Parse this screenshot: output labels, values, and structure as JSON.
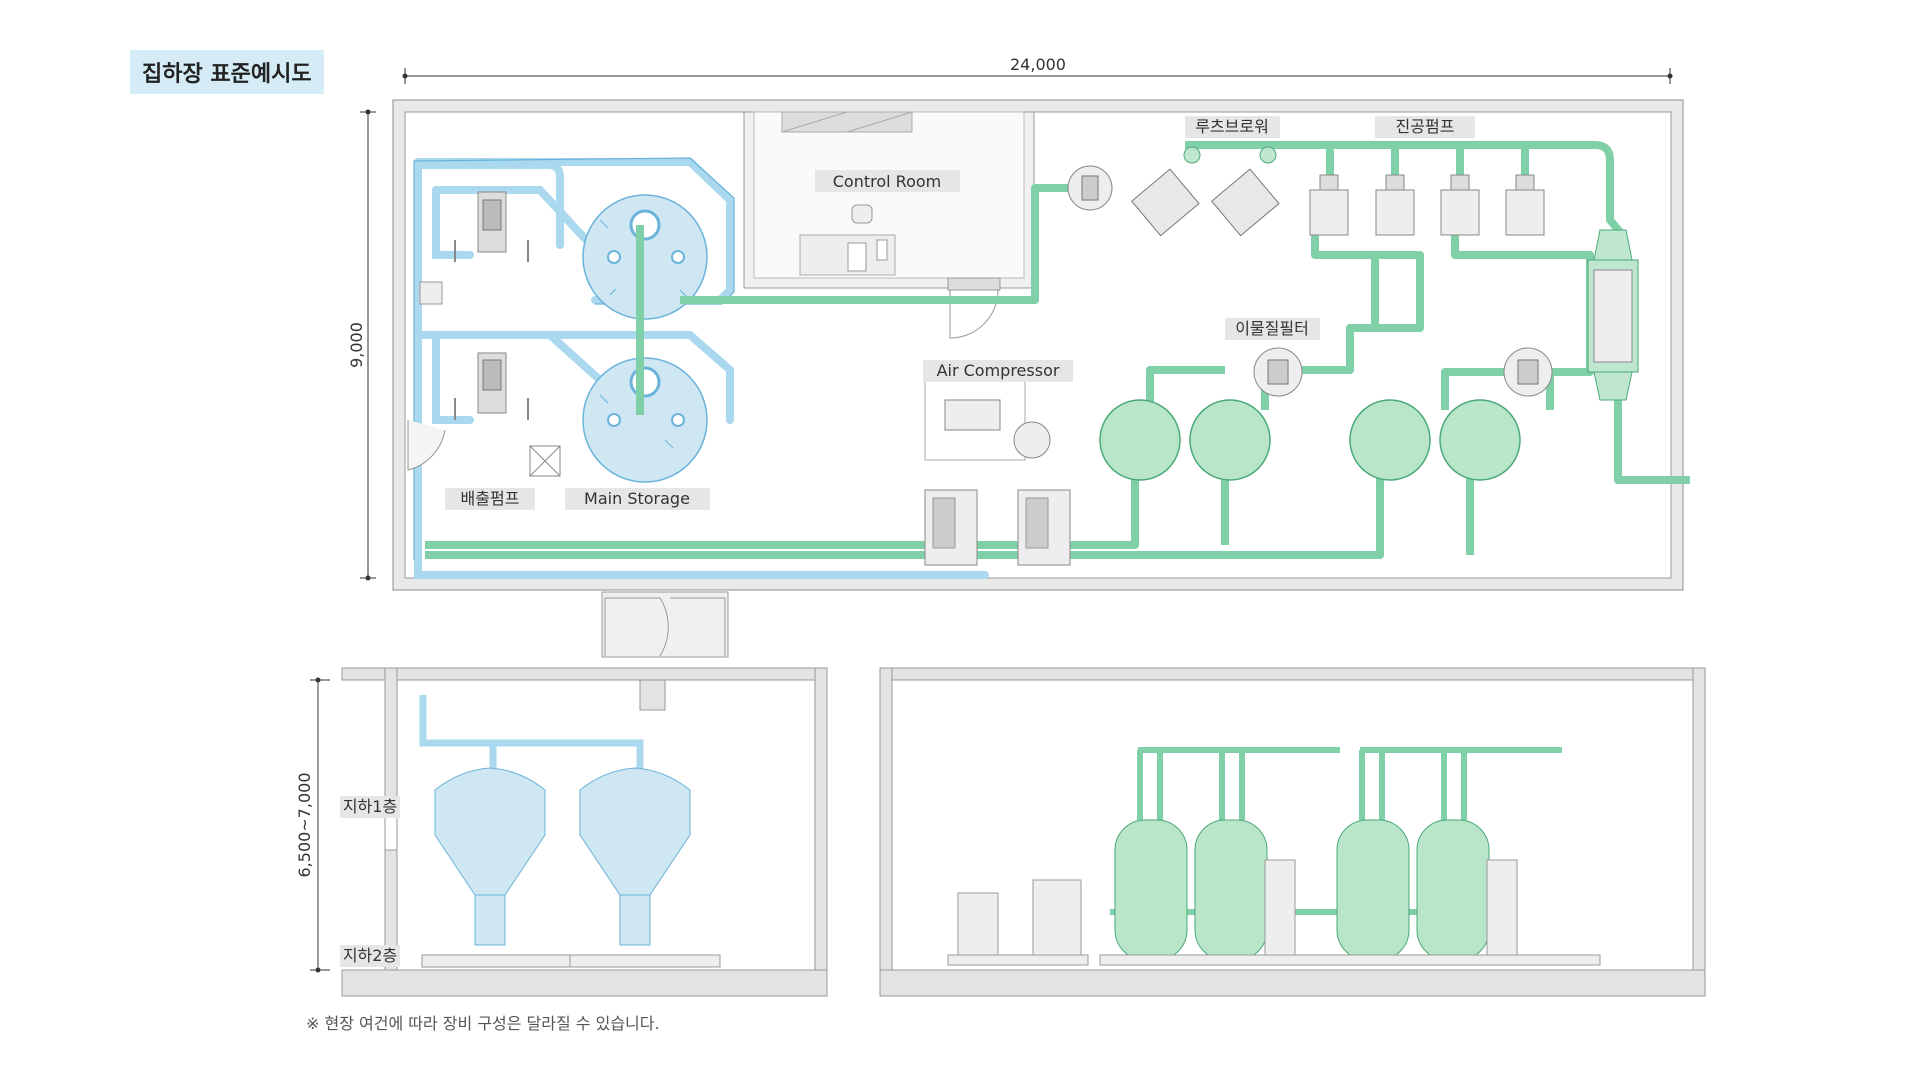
{
  "title": "집하장 표준예시도",
  "dimensions": {
    "width": "24,000",
    "height": "9,000",
    "section_height": "6,500~7,000"
  },
  "plan_labels": {
    "control_room": "Control Room",
    "roots_blower": "루츠브로워",
    "vacuum_pump": "진공펌프",
    "debris_filter": "이물질필터",
    "air_compressor": "Air Compressor",
    "discharge_pump": "배출펌프",
    "main_storage": "Main Storage"
  },
  "section_labels": {
    "basement1": "지하1층",
    "basement2": "지하2층"
  },
  "footnote": "※ 현장 여건에 따라 장비 구성은 달라질 수 있습니다.",
  "colors": {
    "blue_pipe": "#a9d8ef",
    "blue_pipe_stroke": "#6bb3da",
    "green_pipe": "#7fd0a6",
    "green_pipe_stroke": "#4aa97a",
    "tank_blue": "#cfe6f3",
    "tank_green": "#b9e5c9",
    "wall": "#e9e9e9",
    "wall_stroke": "#9a9a9a"
  }
}
